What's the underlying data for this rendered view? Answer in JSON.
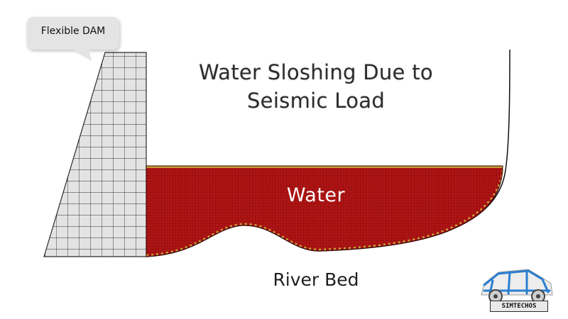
{
  "title": "Water Sloshing Due to Seismic Load",
  "callout": {
    "text": "Flexible DAM"
  },
  "labels": {
    "water": "Water",
    "river_bed": "River Bed"
  },
  "logo": {
    "text": "SIMTECHOS",
    "icon": "car-frame-icon"
  },
  "colors": {
    "water_fill": "#b31414",
    "water_mesh": "#5c0808",
    "water_surface": "#c9b640",
    "dam_fill": "#e3e3e3",
    "dam_mesh": "#2b2b2b",
    "basin_line": "#111111",
    "callout_bg": "#e4e4e4",
    "logo_frame": "#2a7fd0"
  }
}
